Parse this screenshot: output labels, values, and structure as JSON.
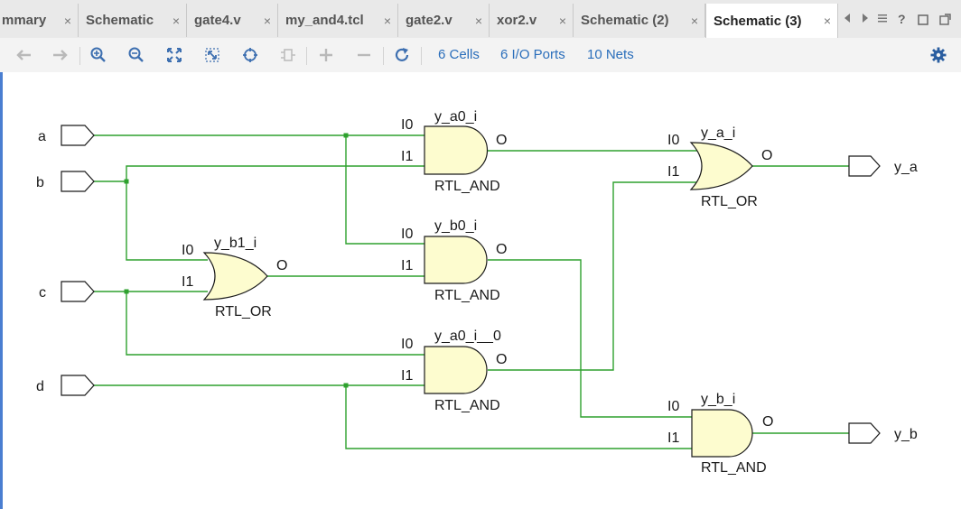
{
  "tabs": [
    {
      "label": "mmary",
      "active": false
    },
    {
      "label": "Schematic",
      "active": false
    },
    {
      "label": "gate4.v",
      "active": false
    },
    {
      "label": "my_and4.tcl",
      "active": false
    },
    {
      "label": "gate2.v",
      "active": false
    },
    {
      "label": "xor2.v",
      "active": false
    },
    {
      "label": "Schematic (2)",
      "active": false
    },
    {
      "label": "Schematic (3)",
      "active": true
    }
  ],
  "tab_close_glyph": "×",
  "toolbar": {
    "icons": [
      "back-arrow-icon",
      "forward-arrow-icon",
      "zoom-in-icon",
      "zoom-out-icon",
      "fit-view-icon",
      "zoom-area-icon",
      "crosshair-icon",
      "collapse-icon",
      "expand-plus-icon",
      "collapse-minus-icon",
      "refresh-icon"
    ],
    "cells": "6 Cells",
    "ports": "6 I/O Ports",
    "nets": "10 Nets"
  },
  "colors": {
    "wire": "#2ea12e",
    "gate_fill": "#fdfccf",
    "accent": "#2a6ebb"
  },
  "schematic": {
    "ports": {
      "a": "a",
      "b": "b",
      "c": "c",
      "d": "d",
      "y_a": "y_a",
      "y_b": "y_b"
    },
    "gates": {
      "y_a0_i": {
        "name": "y_a0_i",
        "type": "RTL_AND",
        "pin0": "I0",
        "pin1": "I1",
        "out": "O"
      },
      "y_b0_i": {
        "name": "y_b0_i",
        "type": "RTL_AND",
        "pin0": "I0",
        "pin1": "I1",
        "out": "O"
      },
      "y_a0_i__0": {
        "name": "y_a0_i__0",
        "type": "RTL_AND",
        "pin0": "I0",
        "pin1": "I1",
        "out": "O"
      },
      "y_b1_i": {
        "name": "y_b1_i",
        "type": "RTL_OR",
        "pin0": "I0",
        "pin1": "I1",
        "out": "O"
      },
      "y_a_i": {
        "name": "y_a_i",
        "type": "RTL_OR",
        "pin0": "I0",
        "pin1": "I1",
        "out": "O"
      },
      "y_b_i": {
        "name": "y_b_i",
        "type": "RTL_AND",
        "pin0": "I0",
        "pin1": "I1",
        "out": "O"
      }
    }
  }
}
